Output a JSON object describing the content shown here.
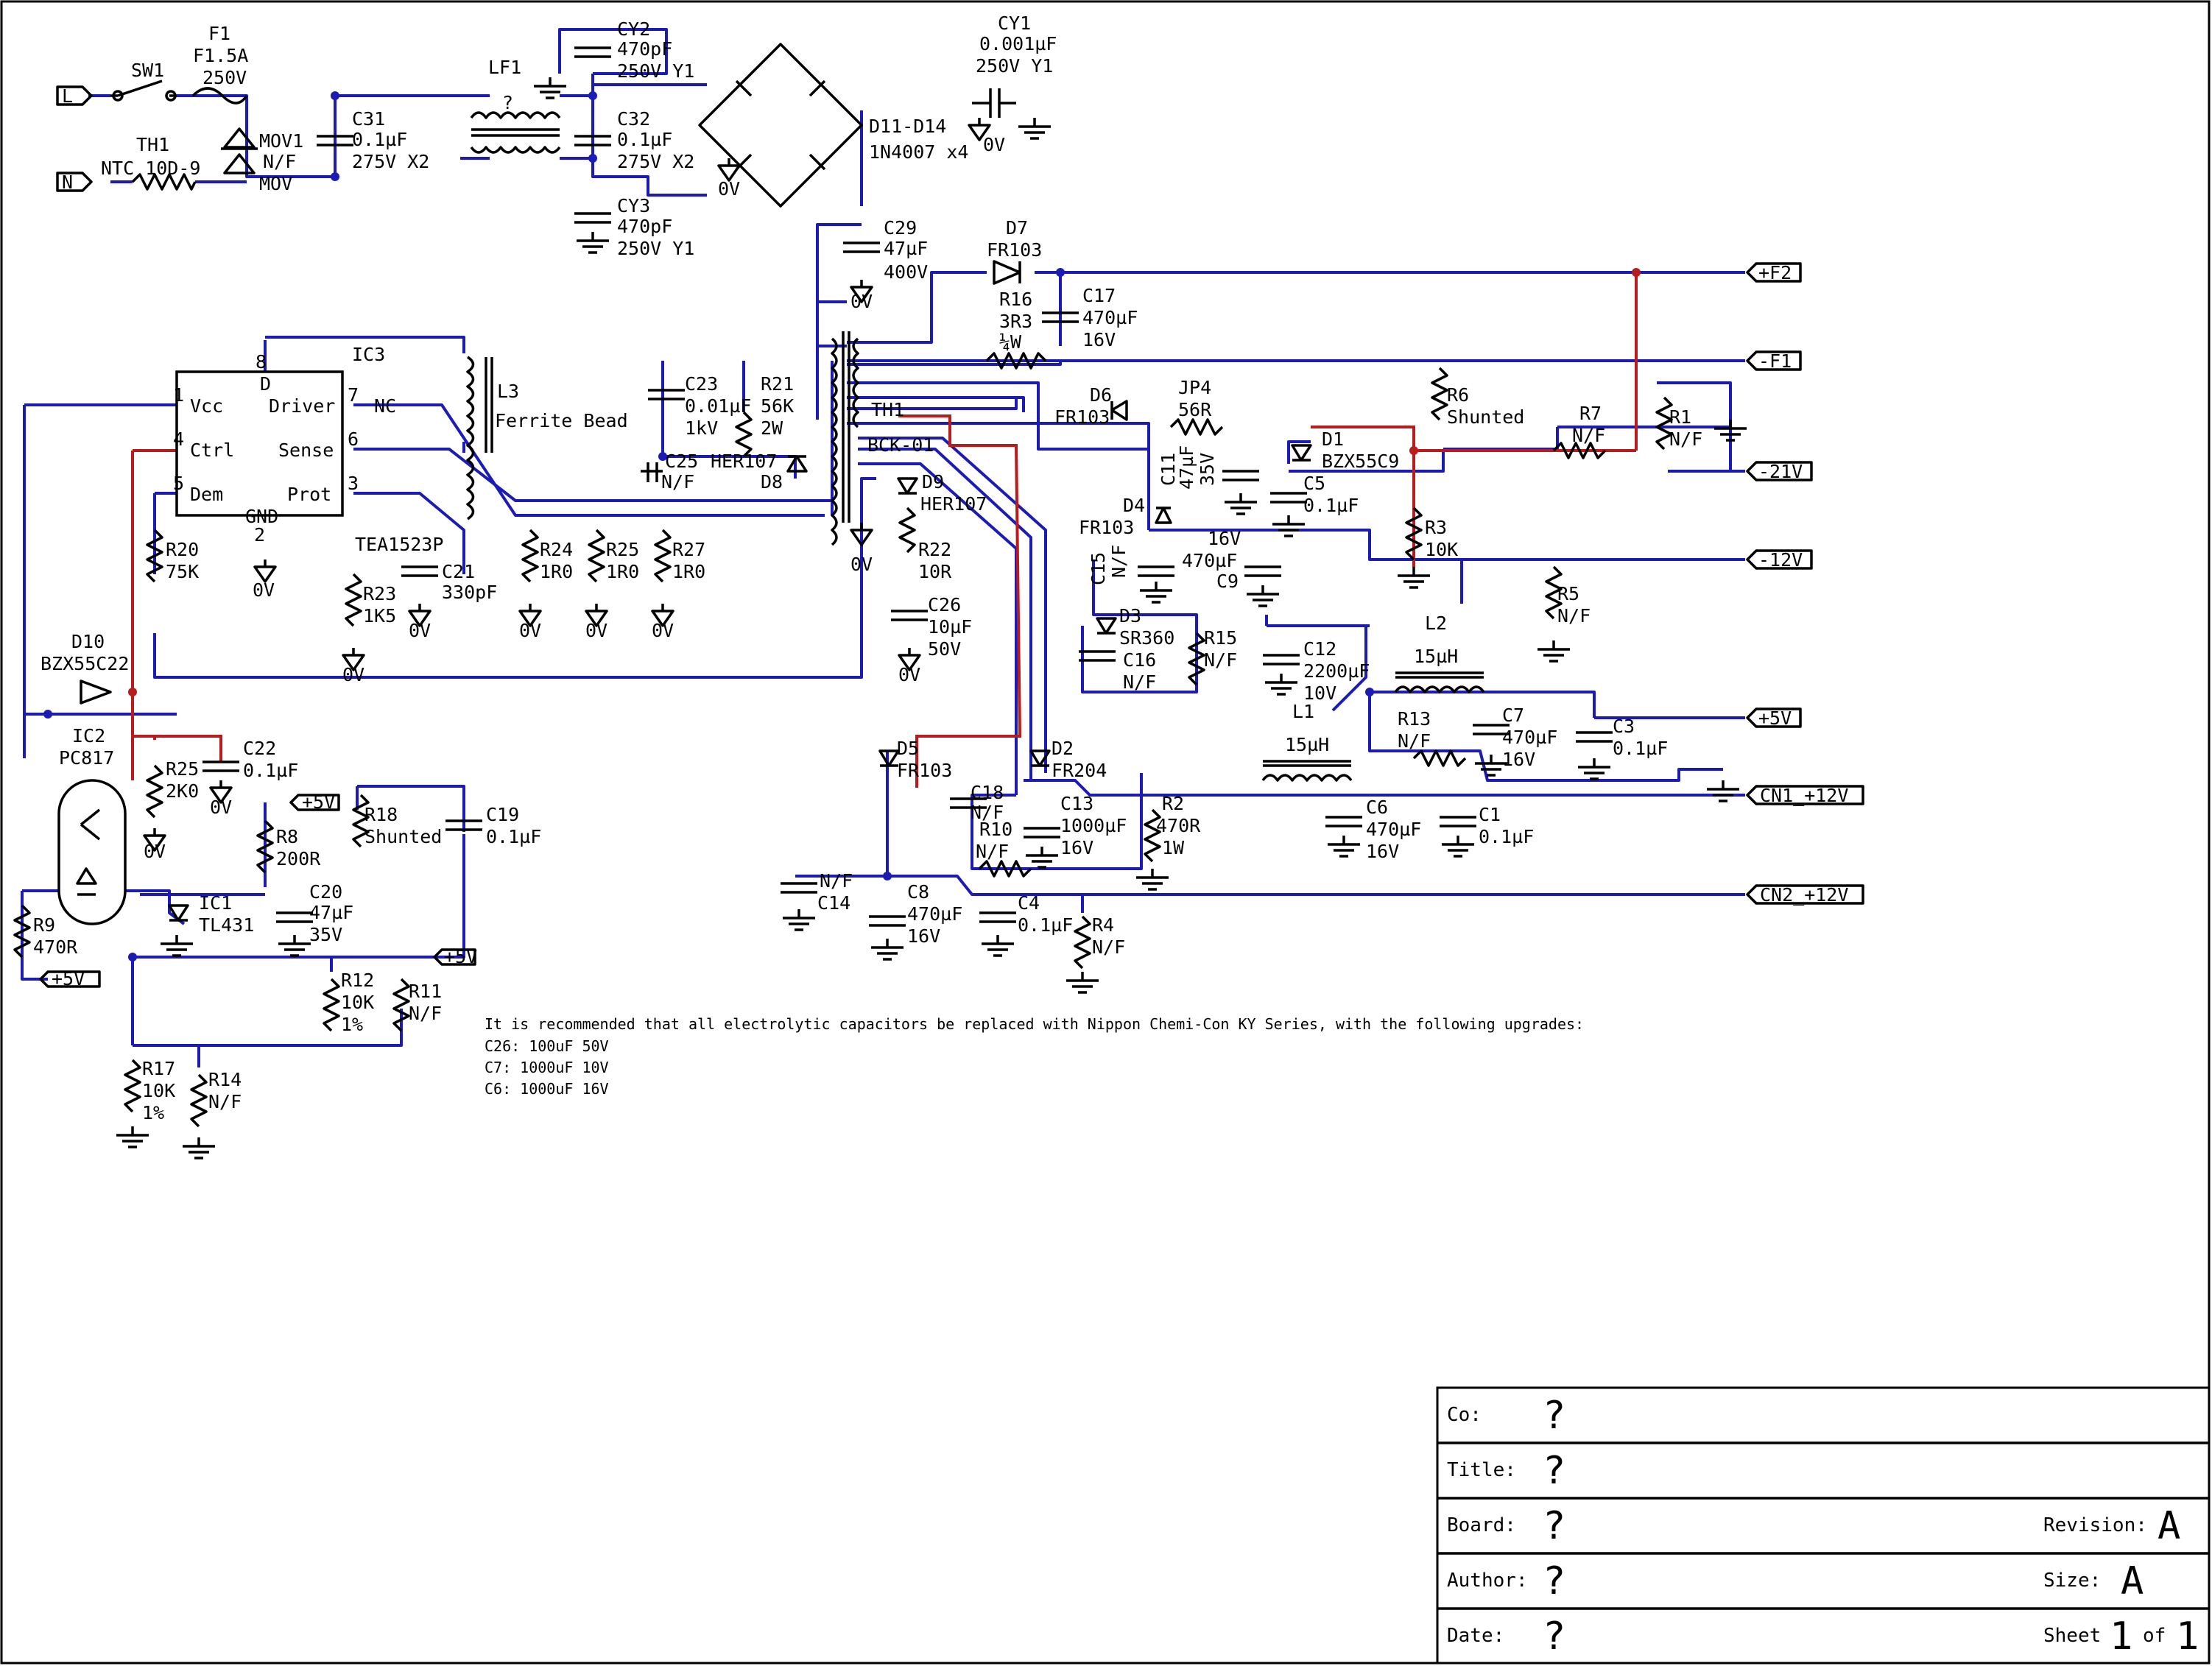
{
  "components": {
    "f1": {
      "ref": "F1",
      "rating": "F1.5A",
      "voltage": "250V"
    },
    "sw1": {
      "ref": "SW1"
    },
    "th1": {
      "ref": "TH1",
      "value": "NTC 10D-9"
    },
    "mov1": {
      "ref": "MOV1",
      "value": "N/F",
      "type": "MOV"
    },
    "c31": {
      "ref": "C31",
      "value": "0.1µF",
      "rating": "275V X2"
    },
    "lf1": {
      "ref": "LF1",
      "value": "?"
    },
    "cy2": {
      "ref": "CY2",
      "value": "470pF",
      "rating": "250V Y1"
    },
    "c32": {
      "ref": "C32",
      "value": "0.1µF",
      "rating": "275V X2"
    },
    "cy3": {
      "ref": "CY3",
      "value": "470pF",
      "rating": "250V Y1"
    },
    "cy1": {
      "ref": "CY1",
      "value": "0.001µF",
      "rating": "250V Y1"
    },
    "d11": {
      "ref": "D11-D14",
      "value": "1N4007 x4"
    },
    "c29": {
      "ref": "C29",
      "value": "47µF",
      "rating": "400V"
    },
    "d7": {
      "ref": "D7",
      "value": "FR103"
    },
    "r16": {
      "ref": "R16",
      "value": "3R3",
      "power": "¼W"
    },
    "c17": {
      "ref": "C17",
      "value": "470µF",
      "rating": "16V"
    },
    "ic3": {
      "ref": "IC3",
      "part": "TEA1523P",
      "pins": {
        "d": "D",
        "vcc": "Vcc",
        "driver": "Driver",
        "nc": "NC",
        "ctrl": "Ctrl",
        "sense": "Sense",
        "dem": "Dem",
        "prot": "Prot",
        "gnd": "GND"
      },
      "pin_numbers": [
        "8",
        "1",
        "7",
        "4",
        "6",
        "5",
        "3",
        "2"
      ]
    },
    "l3": {
      "ref": "L3",
      "value": "Ferrite Bead"
    },
    "c23": {
      "ref": "C23",
      "value": "0.01µF",
      "rating": "1kV"
    },
    "r21": {
      "ref": "R21",
      "value": "56K",
      "power": "2W"
    },
    "c25": {
      "ref": "C25",
      "value": "N/F"
    },
    "d8": {
      "ref": "D8",
      "value": "HER107"
    },
    "t1": {
      "ref": "BCK-01",
      "tap": "TH1"
    },
    "d9": {
      "ref": "D9",
      "value": "HER107"
    },
    "r22": {
      "ref": "R22",
      "value": "10R"
    },
    "c26": {
      "ref": "C26",
      "value": "10µF",
      "rating": "50V"
    },
    "r20": {
      "ref": "R20",
      "value": "75K"
    },
    "r23": {
      "ref": "R23",
      "value": "1K5"
    },
    "c21": {
      "ref": "C21",
      "value": "330pF"
    },
    "r24": {
      "ref": "R24",
      "value": "1R0"
    },
    "r25b": {
      "ref": "R25",
      "value": "1R0"
    },
    "r27": {
      "ref": "R27",
      "value": "1R0"
    },
    "d10": {
      "ref": "D10",
      "value": "BZX55C22"
    },
    "ic2": {
      "ref": "IC2",
      "value": "PC817"
    },
    "r25": {
      "ref": "R25",
      "value": "2K0"
    },
    "c22": {
      "ref": "C22",
      "value": "0.1µF"
    },
    "r18": {
      "ref": "R18",
      "value": "Shunted"
    },
    "c19": {
      "ref": "C19",
      "value": "0.1µF"
    },
    "r8": {
      "ref": "R8",
      "value": "200R"
    },
    "c20": {
      "ref": "C20",
      "value": "47µF",
      "rating": "35V"
    },
    "ic1": {
      "ref": "IC1",
      "value": "TL431"
    },
    "r9": {
      "ref": "R9",
      "value": "470R"
    },
    "r12": {
      "ref": "R12",
      "value": "10K",
      "tol": "1%"
    },
    "r11": {
      "ref": "R11",
      "value": "N/F"
    },
    "r17": {
      "ref": "R17",
      "value": "10K",
      "tol": "1%"
    },
    "r14": {
      "ref": "R14",
      "value": "N/F"
    },
    "d6": {
      "ref": "D6",
      "value": "FR103"
    },
    "jp4": {
      "ref": "JP4",
      "value": "56R"
    },
    "c11": {
      "ref": "C11",
      "value": "47µF",
      "rating": "35V"
    },
    "d1": {
      "ref": "D1",
      "value": "BZX55C9"
    },
    "c5": {
      "ref": "C5",
      "value": "0.1µF"
    },
    "r6": {
      "ref": "R6",
      "value": "Shunted"
    },
    "r7": {
      "ref": "R7",
      "value": "N/F"
    },
    "r1": {
      "ref": "R1",
      "value": "N/F"
    },
    "r3": {
      "ref": "R3",
      "value": "10K"
    },
    "d4": {
      "ref": "D4",
      "value": "FR103"
    },
    "c15": {
      "ref": "C15",
      "value": "N/F"
    },
    "c9": {
      "ref": "C9",
      "value": "470µF",
      "rating": "16V"
    },
    "r5": {
      "ref": "R5",
      "value": "N/F"
    },
    "d3": {
      "ref": "D3",
      "value": "SR360"
    },
    "c16": {
      "ref": "C16",
      "value": "N/F"
    },
    "r15": {
      "ref": "R15",
      "value": "N/F"
    },
    "c12": {
      "ref": "C12",
      "value": "2200µF",
      "rating": "10V"
    },
    "l2": {
      "ref": "L2",
      "value": "15µH"
    },
    "l1": {
      "ref": "L1",
      "value": "15µH"
    },
    "r13": {
      "ref": "R13",
      "value": "N/F"
    },
    "c7": {
      "ref": "C7",
      "value": "470µF",
      "rating": "16V"
    },
    "c3": {
      "ref": "C3",
      "value": "0.1µF"
    },
    "d5": {
      "ref": "D5",
      "value": "FR103"
    },
    "d2": {
      "ref": "D2",
      "value": "FR204"
    },
    "c18": {
      "ref": "C18",
      "value": "N/F"
    },
    "r10": {
      "ref": "R10",
      "value": "N/F"
    },
    "c13": {
      "ref": "C13",
      "value": "1000µF",
      "rating": "16V"
    },
    "r2": {
      "ref": "R2",
      "value": "470R",
      "power": "1W"
    },
    "c6": {
      "ref": "C6",
      "value": "470µF",
      "rating": "16V"
    },
    "c1": {
      "ref": "C1",
      "value": "0.1µF"
    },
    "c14": {
      "ref": "C14",
      "value": "N/F"
    },
    "c8": {
      "ref": "C8",
      "value": "470µF",
      "rating": "16V"
    },
    "c4": {
      "ref": "C4",
      "value": "0.1µF"
    },
    "r4": {
      "ref": "R4",
      "value": "N/F"
    }
  },
  "nets": {
    "zero": "0V",
    "p5": "+5V",
    "l": "L",
    "n": "N",
    "f2p": "+F2",
    "f1m": "-F1",
    "m21": "-21V",
    "m12": "-12V",
    "p5out": "+5V",
    "cn1": "CN1_+12V",
    "cn2": "CN2_+12V"
  },
  "note": {
    "line1": "It is recommended that all electrolytic capacitors be replaced with Nippon Chemi-Con KY Series, with the following upgrades:",
    "line2": "C26: 100uF 50V",
    "line3": "C7: 1000uF 10V",
    "line4": "C6: 1000uF 16V"
  },
  "title_block": {
    "co_label": "Co:",
    "co_value": "?",
    "title_label": "Title:",
    "title_value": "?",
    "board_label": "Board:",
    "board_value": "?",
    "revision_label": "Revision:",
    "revision_value": "A",
    "author_label": "Author:",
    "author_value": "?",
    "size_label": "Size:",
    "size_value": "A",
    "date_label": "Date:",
    "date_value": "?",
    "sheet_label": "Sheet",
    "sheet_value": "1",
    "of_label": "of",
    "of_value": "1"
  },
  "colors": {
    "wire": "#1c1cb5",
    "highlight": "#b81c1c",
    "ink": "#000000"
  }
}
